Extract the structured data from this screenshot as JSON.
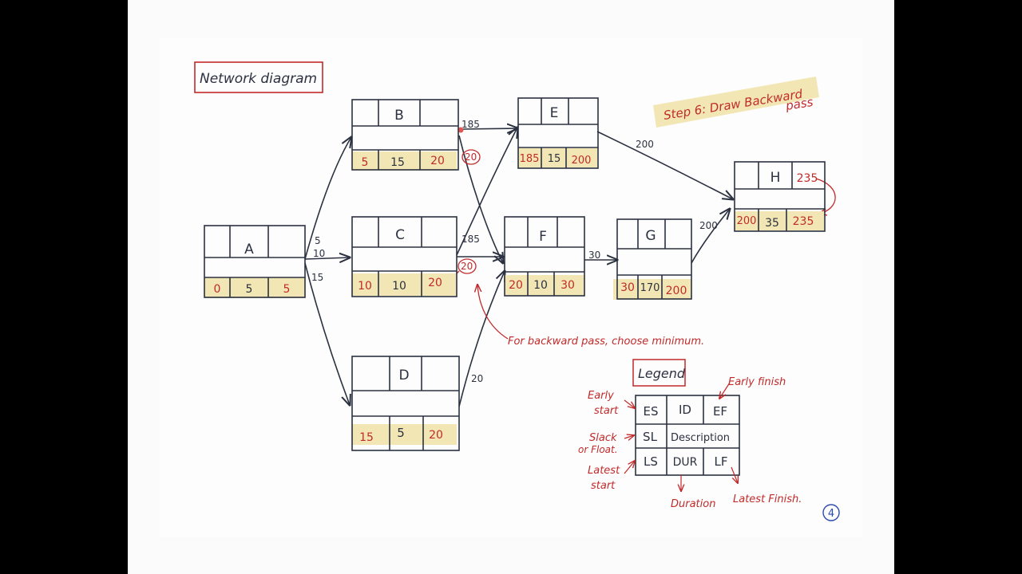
{
  "title": "Network diagram",
  "step_note": {
    "line1": "Step 6: Draw Backward",
    "line2": "pass"
  },
  "nodes": {
    "A": {
      "name": "A",
      "ls": "0",
      "dur": "5",
      "lf": "5"
    },
    "B": {
      "name": "B",
      "ls": "5",
      "dur": "15",
      "lf": "20"
    },
    "C": {
      "name": "C",
      "ls": "10",
      "dur": "10",
      "lf": "20"
    },
    "D": {
      "name": "D",
      "ls": "15",
      "dur": "5",
      "lf": "20"
    },
    "E": {
      "name": "E",
      "ls": "185",
      "dur": "15",
      "lf": "200"
    },
    "F": {
      "name": "F",
      "ls": "20",
      "dur": "10",
      "lf": "30"
    },
    "G": {
      "name": "G",
      "ls": "30",
      "dur": "170",
      "lf": "200"
    },
    "H": {
      "name": "H",
      "ef": "235",
      "ls": "200",
      "dur": "35",
      "lf": "235"
    }
  },
  "edge_labels": {
    "a_b": "5",
    "a_c": "10",
    "a_d": "15",
    "b_e": "185",
    "b_f": "20",
    "c_e": "185",
    "c_f": "20",
    "d_f": "20",
    "e_h": "200",
    "f_g": "30",
    "g_h": "200"
  },
  "backward_note": "For backward pass, choose minimum.",
  "legend": {
    "title": "Legend",
    "es": "ES",
    "id": "ID",
    "ef": "EF",
    "sl": "SL",
    "description": "Description",
    "ls": "LS",
    "dur": "DUR",
    "lf": "LF",
    "early_start_1": "Early",
    "early_start_2": "start",
    "early_finish": "Early finish",
    "slack_1": "Slack",
    "slack_2": "or Float.",
    "latest_start_1": "Latest",
    "latest_start_2": "start",
    "duration": "Duration",
    "latest_finish": "Latest Finish."
  },
  "page_number": "4",
  "colors": {
    "ink": "#2b3140",
    "red": "#c22a2a",
    "highlight": "#f2e7b4",
    "paper": "#fdfdfd"
  }
}
